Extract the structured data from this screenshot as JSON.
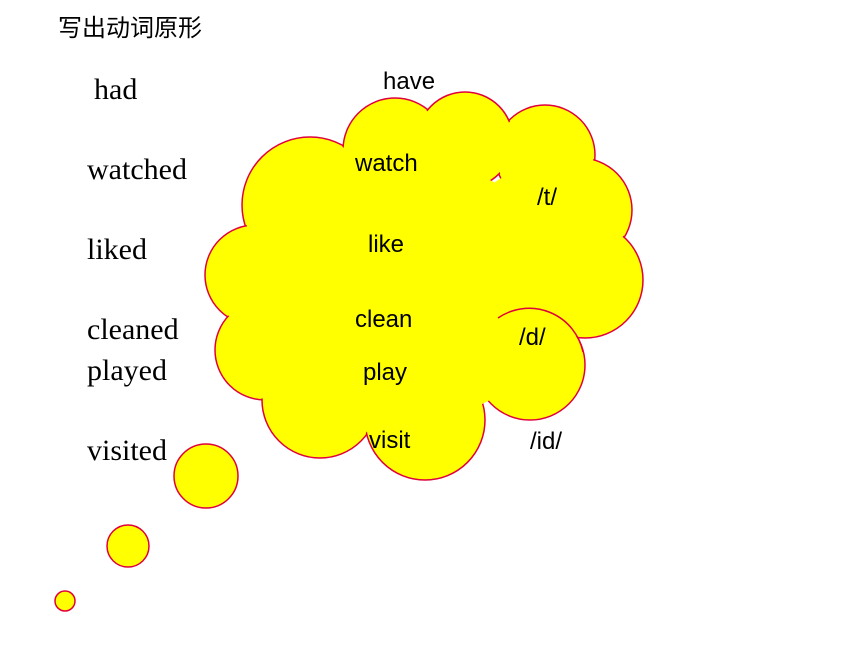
{
  "slide": {
    "title": "写出动词原形",
    "past_forms": [
      "had",
      "watched",
      "liked",
      "cleaned",
      "played",
      "visited"
    ],
    "base_forms": [
      "have",
      "watch",
      "like",
      "clean",
      "play",
      "visit"
    ],
    "sounds": [
      "/t/",
      "/d/",
      "/id/"
    ]
  },
  "colors": {
    "cloud_fill": "#ffff00",
    "cloud_stroke": "#e0003c",
    "text": "#000000"
  }
}
